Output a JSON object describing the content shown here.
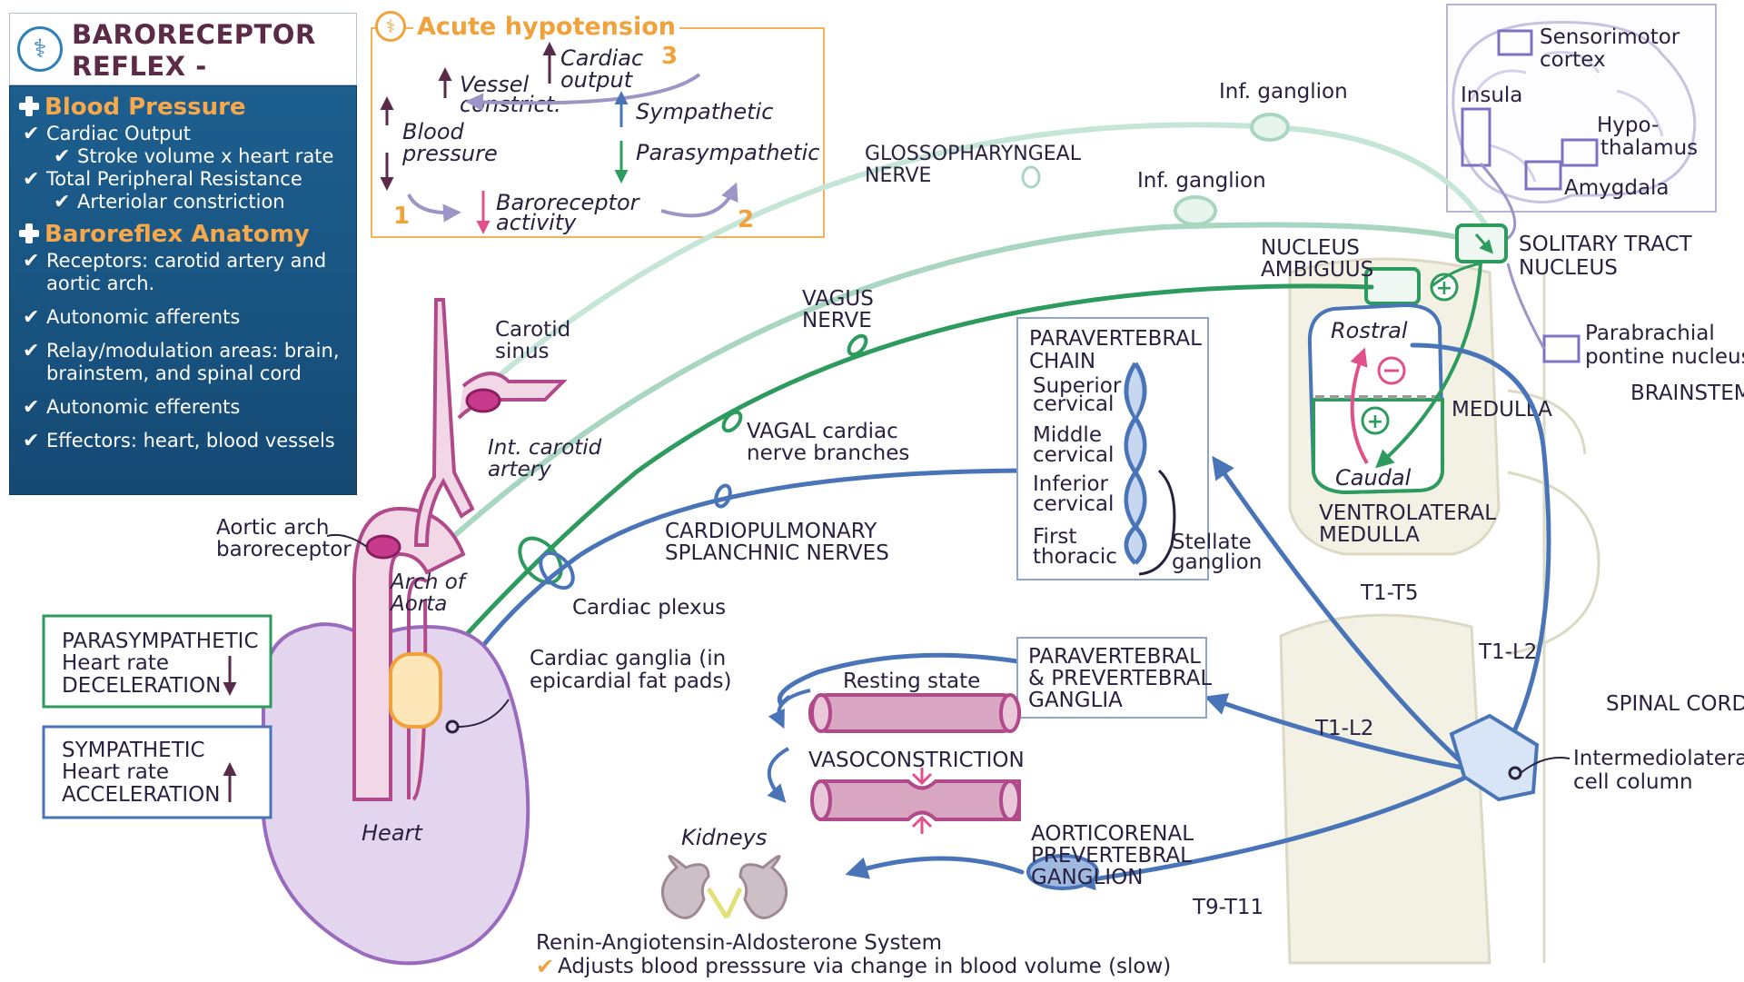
{
  "sidebar": {
    "title_line1": "BARORECEPTOR",
    "title_line2": "REFLEX - ANATOMY",
    "sections": [
      {
        "heading": "Blood Pressure",
        "items": [
          {
            "text": "Cardiac Output",
            "level": 1
          },
          {
            "text": "Stroke volume x heart rate",
            "level": 2
          },
          {
            "text": "Total Peripheral Resistance",
            "level": 1
          },
          {
            "text": "Arteriolar constriction",
            "level": 2
          }
        ]
      },
      {
        "heading": "Baroreflex Anatomy",
        "items": [
          {
            "text": "Receptors: carotid artery and",
            "text2": "aortic arch.",
            "level": 1
          },
          {
            "text": "Autonomic afferents",
            "level": 1
          },
          {
            "text": "Relay/modulation areas: brain,",
            "text2": "brainstem, and spinal cord",
            "level": 1
          },
          {
            "text": "Autonomic efferents",
            "level": 1
          },
          {
            "text": "Effectors: heart, blood vessels",
            "level": 1
          }
        ]
      }
    ]
  },
  "hypotension": {
    "title": "Acute hypotension",
    "cardiac_output": [
      "Cardiac",
      "output"
    ],
    "vessel": [
      "Vessel",
      "constrict."
    ],
    "blood_pressure": [
      "Blood",
      "pressure"
    ],
    "baro_activity": [
      "Baroreceptor",
      "activity"
    ],
    "sympathetic": "Sympathetic",
    "parasympathetic": "Parasympathetic",
    "step1": "1",
    "step2": "2",
    "step3": "3"
  },
  "brain": {
    "sensorimotor": [
      "Sensorimotor",
      "cortex"
    ],
    "insula": "Insula",
    "hypothalamus": [
      "Hypo-",
      "thalamus"
    ],
    "amygdala": "Amygdala"
  },
  "labels": {
    "inf_ganglion_1": "Inf. ganglion",
    "inf_ganglion_2": "Inf. ganglion",
    "glossopharyngeal": [
      "GLOSSOPHARYNGEAL",
      "NERVE"
    ],
    "vagus": [
      "VAGUS",
      "NERVE"
    ],
    "nucleus_ambiguus": [
      "NUCLEUS",
      "AMBIGUUS"
    ],
    "solitary_tract": [
      "SOLITARY TRACT",
      "NUCLEUS"
    ],
    "parabrachial": [
      "Parabrachial",
      "pontine nucleus"
    ],
    "brainstem": "BRAINSTEM",
    "medulla": "MEDULLA",
    "rostral": "Rostral",
    "caudal": "Caudal",
    "ventrolateral": [
      "VENTROLATERAL",
      "MEDULLA"
    ],
    "carotid_sinus": [
      "Carotid",
      "sinus"
    ],
    "int_carotid": [
      "Int. carotid",
      "artery"
    ],
    "aortic_baro": [
      "Aortic arch",
      "baroreceptor"
    ],
    "arch_aorta": [
      "Arch of",
      "Aorta"
    ],
    "vagal_branches": [
      "VAGAL cardiac",
      "nerve branches"
    ],
    "cardiopulmonary": [
      "CARDIOPULMONARY",
      "SPLANCHNIC NERVES"
    ],
    "cardiac_plexus": "Cardiac plexus",
    "cardiac_ganglia": [
      "Cardiac ganglia (in",
      "epicardial fat pads)"
    ],
    "paravertebral_chain": [
      "PARAVERTEBRAL",
      "CHAIN"
    ],
    "superior_cervical": [
      "Superior",
      "cervical"
    ],
    "middle_cervical": [
      "Middle",
      "cervical"
    ],
    "inferior_cervical": [
      "Inferior",
      "cervical"
    ],
    "first_thoracic": [
      "First",
      "thoracic"
    ],
    "stellate": [
      "Stellate",
      "ganglion"
    ],
    "t1_t5": "T1-T5",
    "t1_l2_a": "T1-L2",
    "t1_l2_b": "T1-L2",
    "t9_t11": "T9-T11",
    "spinal_cord": "SPINAL CORD",
    "intermediolateral": [
      "Intermediolateral",
      "cell column"
    ],
    "para_pre_ganglia": [
      "PARAVERTEBRAL",
      "& PREVERTEBRAL",
      "GANGLIA"
    ],
    "resting_state": "Resting state",
    "vasoconstriction": "VASOCONSTRICTION",
    "aorticorenal": [
      "AORTICORENAL",
      "PREVERTEBRAL",
      "GANGLION"
    ],
    "kidneys": "Kidneys",
    "raas": "Renin-Angiotensin-Aldosterone System",
    "raas_note": "Adjusts blood presssure via change in blood volume (slow)",
    "heart": "Heart",
    "parasympathetic_box": [
      "PARASYMPATHETIC",
      "Heart rate",
      "DECELERATION"
    ],
    "sympathetic_box": [
      "SYMPATHETIC",
      "Heart rate",
      "ACCELERATION"
    ]
  },
  "colors": {
    "sympathetic": "#4a74b8",
    "parasympathetic": "#2e9b5e",
    "afferent_light": "#a9d6c0",
    "vessel": "#b04a8a",
    "accent_orange": "#f0a23c",
    "panel_blue": "#1d5f8f"
  }
}
